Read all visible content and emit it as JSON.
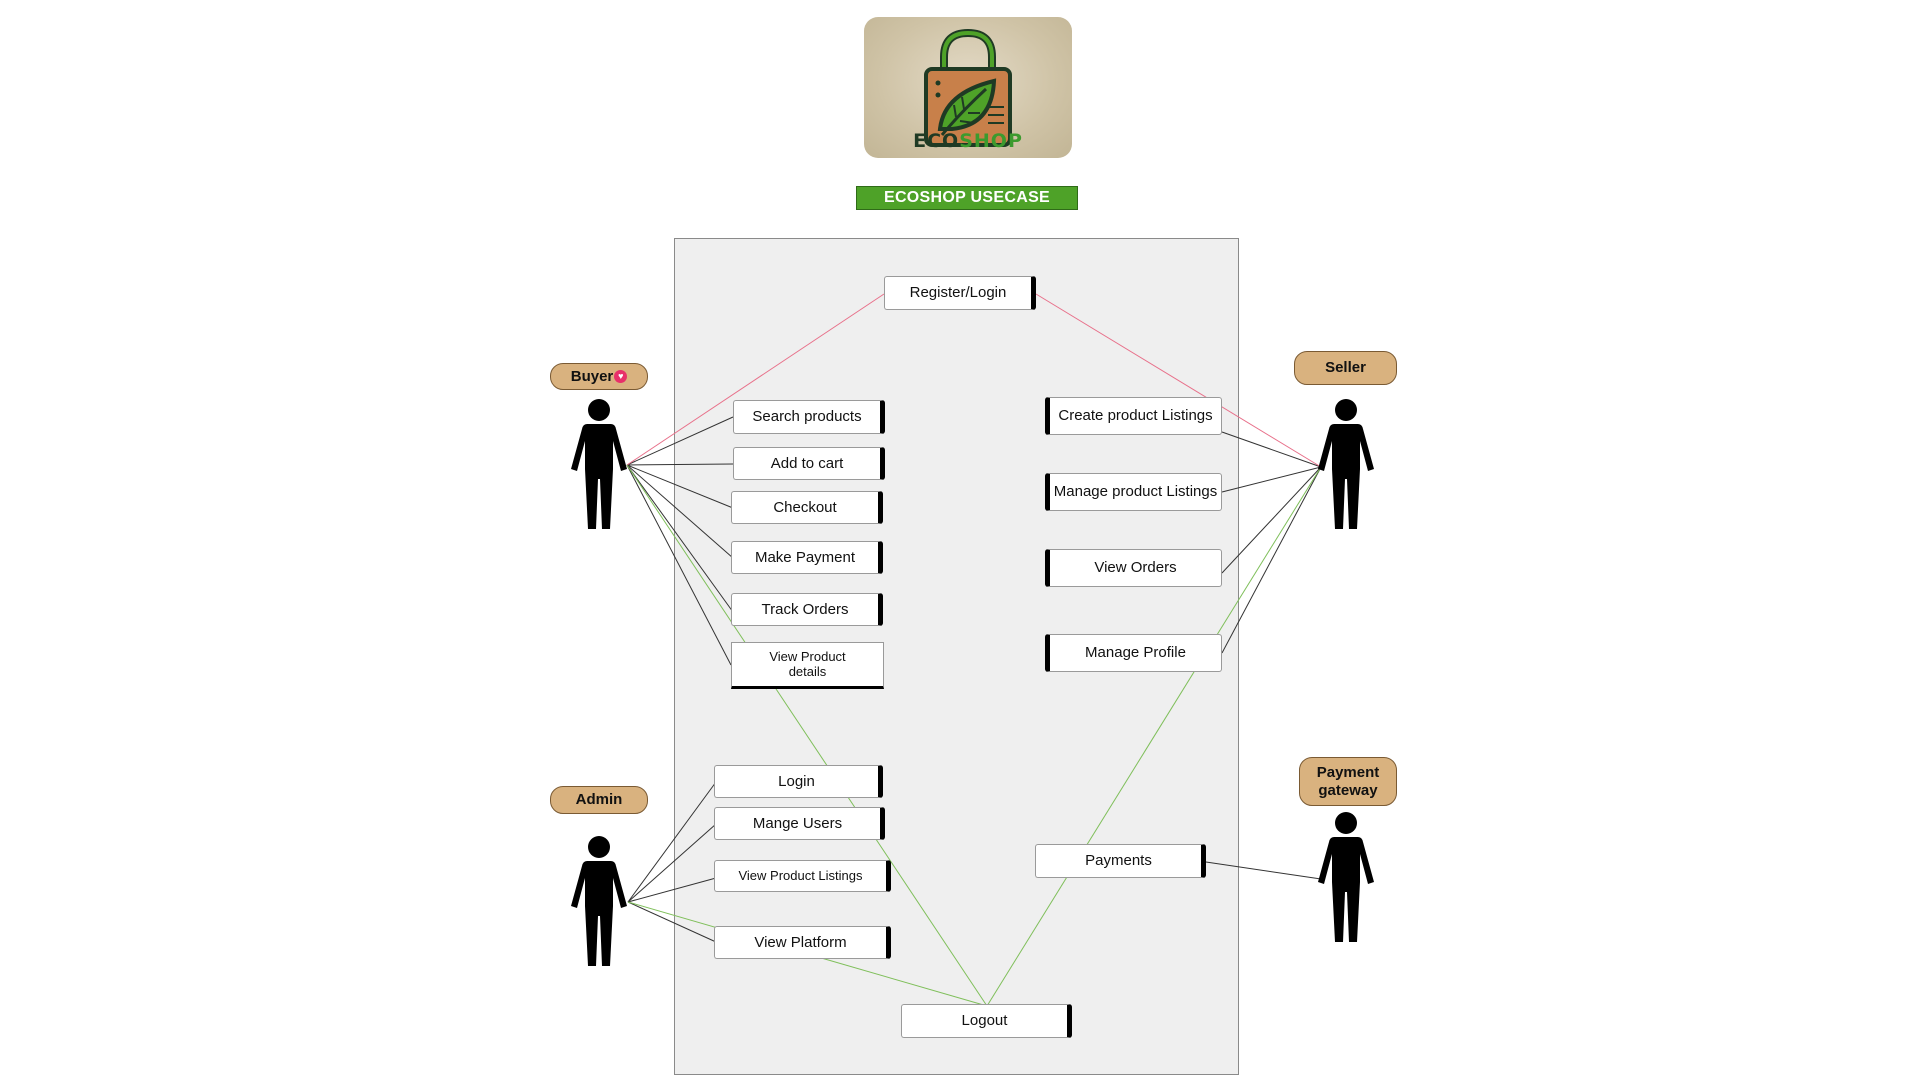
{
  "logo": {
    "word_eco": "ECO",
    "word_shop": "SHOP",
    "bag_color": "#c8804a",
    "leaf_color": "#4ea228"
  },
  "title": "ECOSHOP USECASE",
  "actors": {
    "buyer": "Buyer",
    "seller": "Seller",
    "admin": "Admin",
    "payment_gateway_line1": "Payment",
    "payment_gateway_line2": "gateway"
  },
  "usecases": {
    "register_login": "Register/Login",
    "search_products": "Search products",
    "add_to_cart": "Add to cart",
    "checkout": "Checkout",
    "make_payment": "Make Payment",
    "track_orders": "Track Orders",
    "view_product_details_line1": "View Product",
    "view_product_details_line2": "details",
    "create_product_listings": "Create product Listings",
    "manage_product_listings": "Manage product Listings",
    "view_orders": "View Orders",
    "manage_profile": "Manage Profile",
    "login": "Login",
    "manage_users": "Mange Users",
    "view_product_listings": "View Product Listings",
    "view_platform": "View Platform",
    "payments": "Payments",
    "logout": "Logout"
  },
  "colors": {
    "actor_label": "#d9b27f",
    "title_banner": "#4ea228",
    "association_line": "#333333",
    "register_line": "#e8708a",
    "logout_line": "#7fbf5a"
  }
}
